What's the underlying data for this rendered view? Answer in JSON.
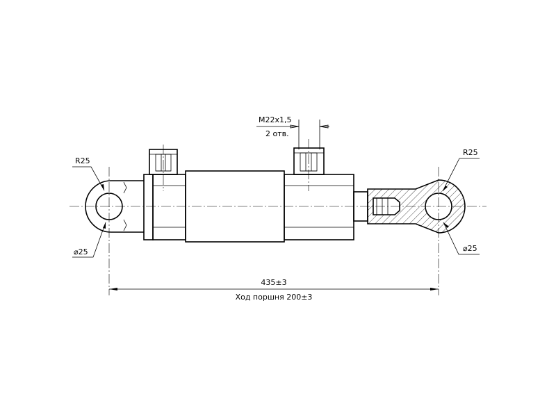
{
  "dimensions": {
    "thread": "M22x1,5",
    "holes": "2 отв.",
    "radius_left": "R25",
    "radius_right": "R25",
    "diameter_left": "⌀25",
    "diameter_right": "⌀25",
    "overall_length": "435±3",
    "piston_stroke": "Ход поршня 200±3"
  }
}
